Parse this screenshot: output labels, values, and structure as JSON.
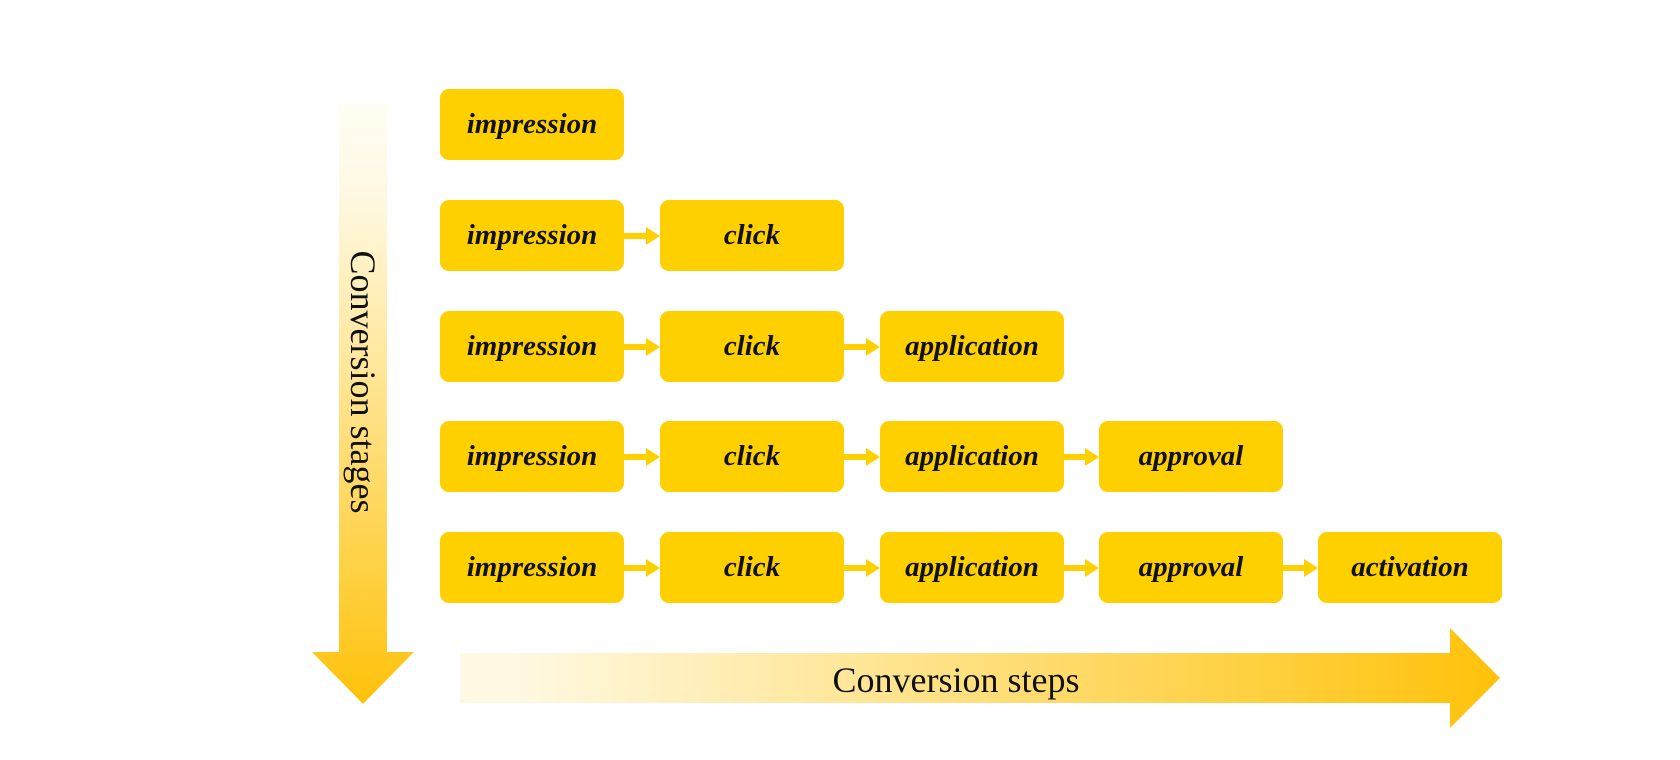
{
  "colors": {
    "box_fill": "#FFD000",
    "arrow_start": "#FFF9E3",
    "arrow_end": "#FFC20A",
    "text": "#111111"
  },
  "axes": {
    "vertical_label": "Conversion stages",
    "horizontal_label": "Conversion steps"
  },
  "rows": [
    {
      "steps": [
        "impression"
      ]
    },
    {
      "steps": [
        "impression",
        "click"
      ]
    },
    {
      "steps": [
        "impression",
        "click",
        "application"
      ]
    },
    {
      "steps": [
        "impression",
        "click",
        "application",
        "approval"
      ]
    },
    {
      "steps": [
        "impression",
        "click",
        "application",
        "approval",
        "activation"
      ]
    }
  ]
}
